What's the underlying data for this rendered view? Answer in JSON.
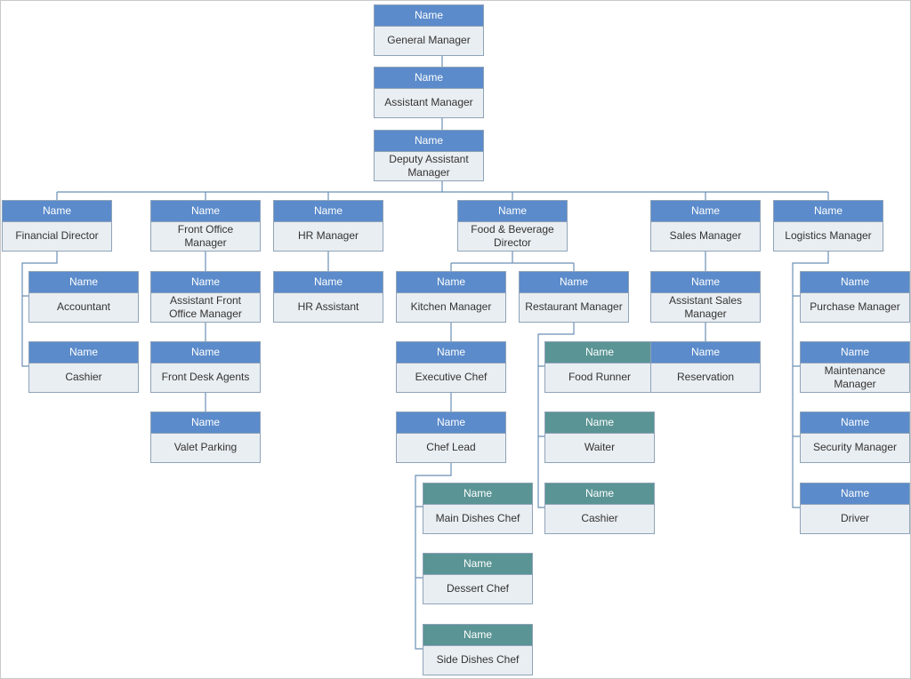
{
  "nodes": [
    {
      "id": "gm",
      "label": "Name",
      "title": "General Manager"
    },
    {
      "id": "am",
      "label": "Name",
      "title": "Assistant Manager"
    },
    {
      "id": "dam",
      "label": "Name",
      "title": "Deputy Assistant Manager"
    },
    {
      "id": "fd",
      "label": "Name",
      "title": "Financial Director"
    },
    {
      "id": "acc",
      "label": "Name",
      "title": "Accountant"
    },
    {
      "id": "cash1",
      "label": "Name",
      "title": "Cashier"
    },
    {
      "id": "fom",
      "label": "Name",
      "title": "Front Office Manager"
    },
    {
      "id": "afom",
      "label": "Name",
      "title": "Assistant Front Office Manager"
    },
    {
      "id": "fda",
      "label": "Name",
      "title": "Front Desk Agents"
    },
    {
      "id": "vp",
      "label": "Name",
      "title": "Valet Parking"
    },
    {
      "id": "hrm",
      "label": "Name",
      "title": "HR Manager"
    },
    {
      "id": "hra",
      "label": "Name",
      "title": "HR Assistant"
    },
    {
      "id": "fbd",
      "label": "Name",
      "title": "Food & Beverage Director"
    },
    {
      "id": "km",
      "label": "Name",
      "title": "Kitchen Manager"
    },
    {
      "id": "ec",
      "label": "Name",
      "title": "Executive Chef"
    },
    {
      "id": "cl",
      "label": "Name",
      "title": "Chef Lead"
    },
    {
      "id": "mdc",
      "label": "Name",
      "title": "Main Dishes Chef",
      "style": "teal"
    },
    {
      "id": "dc",
      "label": "Name",
      "title": "Dessert Chef",
      "style": "teal"
    },
    {
      "id": "sdc",
      "label": "Name",
      "title": "Side Dishes Chef",
      "style": "teal"
    },
    {
      "id": "rm",
      "label": "Name",
      "title": "Restaurant Manager"
    },
    {
      "id": "fr",
      "label": "Name",
      "title": "Food Runner",
      "style": "teal"
    },
    {
      "id": "wt",
      "label": "Name",
      "title": "Waiter",
      "style": "teal"
    },
    {
      "id": "cash2",
      "label": "Name",
      "title": "Cashier",
      "style": "teal"
    },
    {
      "id": "sm",
      "label": "Name",
      "title": "Sales Manager"
    },
    {
      "id": "asm",
      "label": "Name",
      "title": "Assistant Sales Manager"
    },
    {
      "id": "res",
      "label": "Name",
      "title": "Reservation"
    },
    {
      "id": "lm",
      "label": "Name",
      "title": "Logistics Manager"
    },
    {
      "id": "pm",
      "label": "Name",
      "title": "Purchase Manager"
    },
    {
      "id": "mm",
      "label": "Name",
      "title": "Maintenance Manager"
    },
    {
      "id": "secm",
      "label": "Name",
      "title": "Security Manager"
    },
    {
      "id": "drv",
      "label": "Name",
      "title": "Driver"
    }
  ],
  "colors": {
    "header": "#5b8bcb",
    "header_alt": "#5a9494",
    "body": "#e9eef2",
    "border": "#8fa3b8",
    "line": "#6b8fb3"
  }
}
